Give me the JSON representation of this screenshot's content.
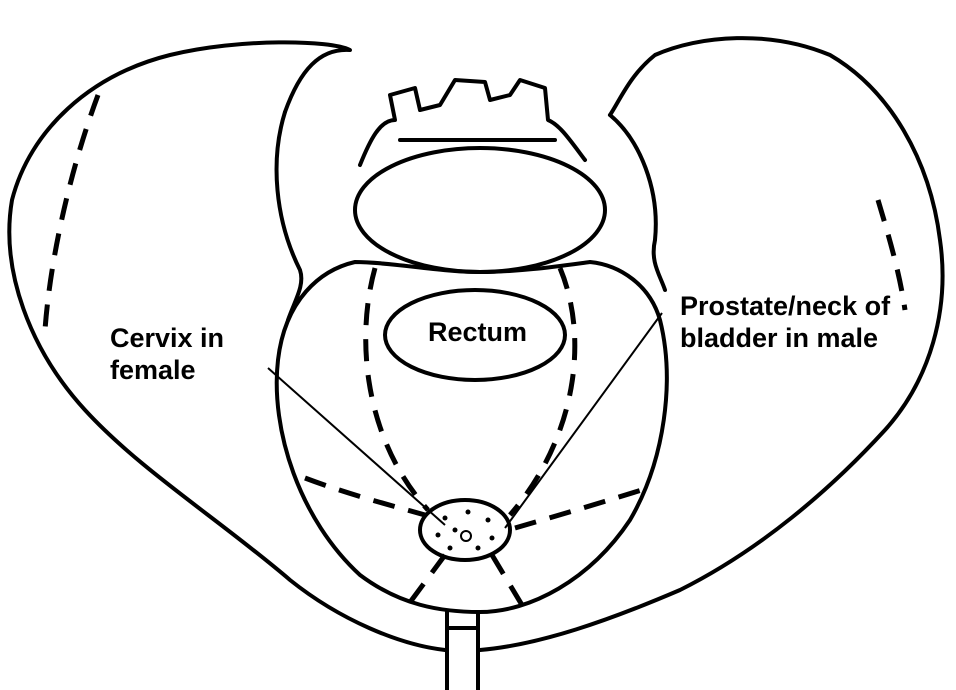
{
  "labels": {
    "rectum": "Rectum",
    "cervix": "Cervix in\nfemale",
    "prostate": "Prostate/neck of\nbladder in male"
  },
  "colors": {
    "line": "#000000",
    "background": "#ffffff"
  }
}
